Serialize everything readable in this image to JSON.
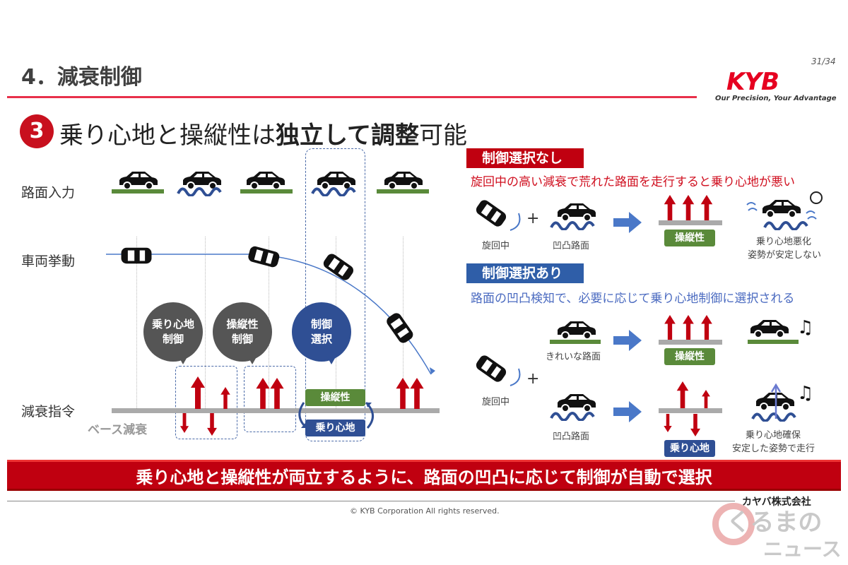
{
  "header": {
    "title": "4．減衰制御",
    "page": "31/34",
    "logo": "KYB",
    "tagline": "Our Precision, Your Advantage",
    "rule_color": "#e8304a"
  },
  "subtitle": {
    "number": "3",
    "part1": "乗り心地と操縦性は",
    "bold1": "独立して調整",
    "part2": "可能"
  },
  "left": {
    "row_road": "路面入力",
    "row_vehicle": "車両挙動",
    "row_command": "減衰指令",
    "base": "ベース減衰",
    "bubbles": [
      {
        "line1": "乗り心地",
        "line2": "制御"
      },
      {
        "line1": "操縦性",
        "line2": "制御"
      },
      {
        "line1": "制御",
        "line2": "選択"
      }
    ],
    "tag_handling": "操縦性",
    "tag_comfort": "乗り心地"
  },
  "right": {
    "no_select": {
      "header": "制御選択なし",
      "desc": "旋回中の高い減衰で荒れた路面を走行すると乗り心地が悪い",
      "turning": "旋回中",
      "bumpy": "凹凸路面",
      "tag": "操縦性",
      "result1": "乗り心地悪化",
      "result2": "姿勢が安定しない"
    },
    "select": {
      "header": "制御選択あり",
      "desc": "路面の凹凸検知で、必要に応じて乗り心地制御に選択される",
      "turning": "旋回中",
      "clean": "きれいな路面",
      "bumpy": "凹凸路面",
      "tag_handling": "操縦性",
      "tag_comfort": "乗り心地",
      "result1": "乗り心地確保",
      "result2": "安定した姿勢で走行"
    }
  },
  "banner": "乗り心地と操縦性が両立するように、路面の凹凸に応じて制御が自動で選択",
  "footer": {
    "company": "カヤバ株式会社",
    "copyright": "© KYB Corporation All rights reserved.",
    "watermark1": "くるまの",
    "watermark2": "ニュース"
  },
  "colors": {
    "red": "#c00010",
    "blue": "#2f4f94",
    "green": "#5a8a3a",
    "bubble_gray": "#555555"
  }
}
